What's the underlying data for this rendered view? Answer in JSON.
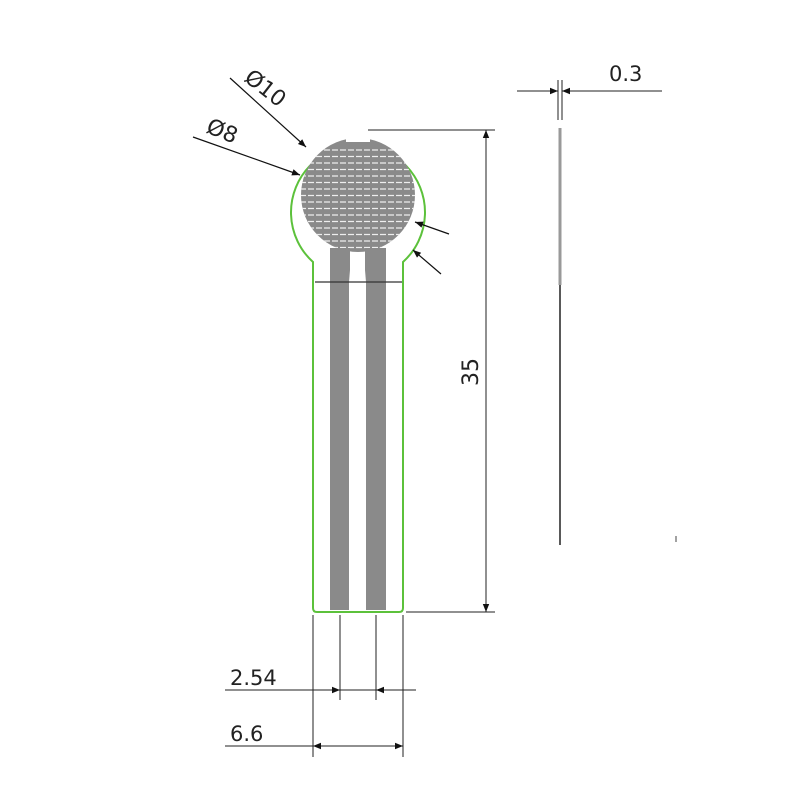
{
  "labels": {
    "outer_diameter": "Ø10",
    "inner_diameter": "Ø8",
    "length": "35",
    "thickness": "0.3",
    "pin_pitch": "2.54",
    "width": "6.6"
  },
  "colors": {
    "outline": "#5cc13b",
    "sensor": "#8a8a8a",
    "line": "#222222"
  }
}
